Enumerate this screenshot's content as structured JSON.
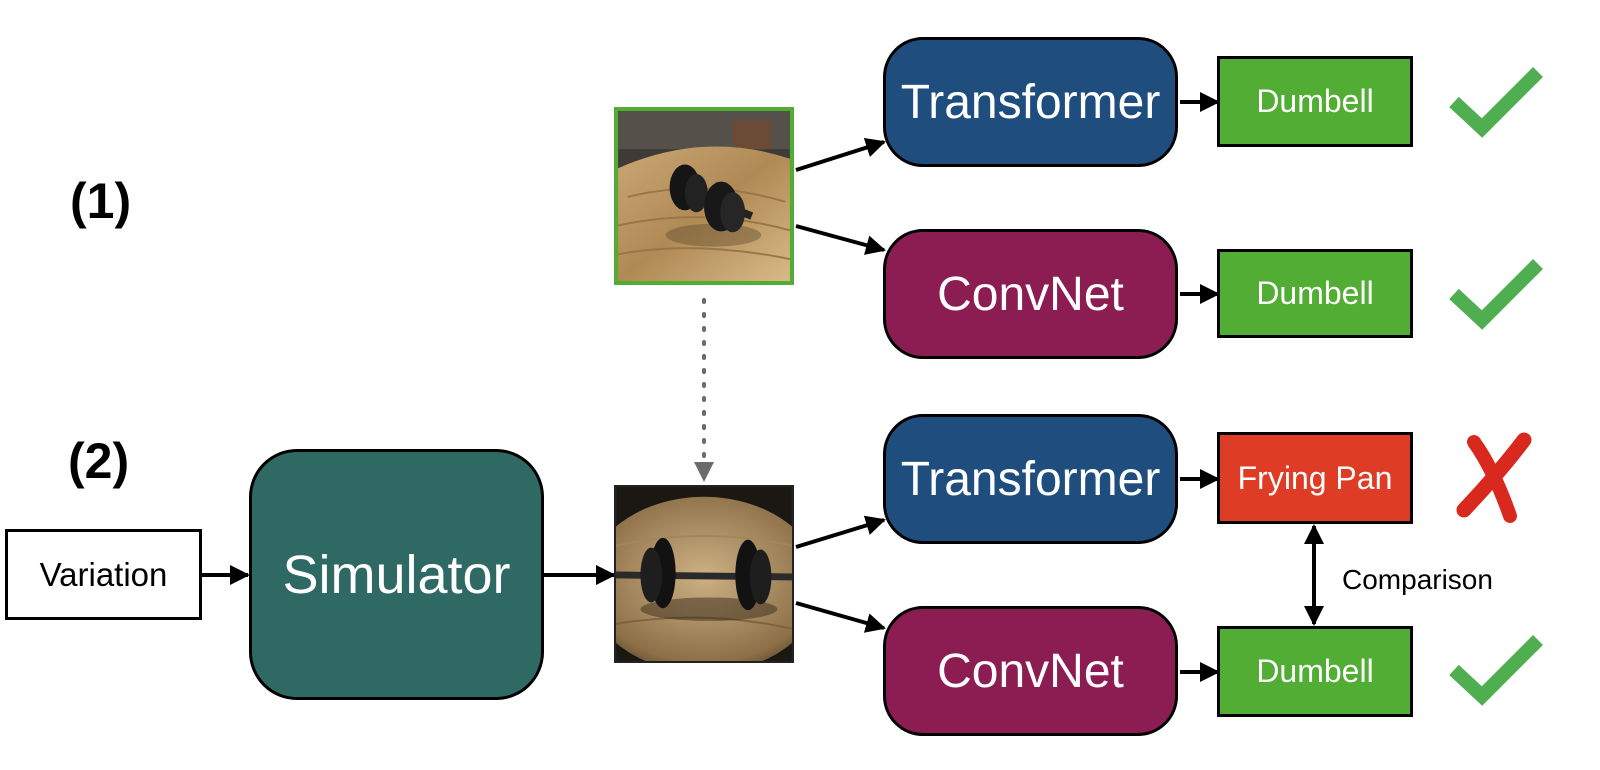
{
  "steps": {
    "one": "(1)",
    "two": "(2)"
  },
  "inputs": {
    "variation": "Variation",
    "simulator": "Simulator"
  },
  "models": {
    "row1_transformer": "Transformer",
    "row1_convnet": "ConvNet",
    "row2_transformer": "Transformer",
    "row2_convnet": "ConvNet"
  },
  "predictions": {
    "row1_transformer": "Dumbell",
    "row1_convnet": "Dumbell",
    "row2_transformer": "Frying Pan",
    "row2_convnet": "Dumbell"
  },
  "comparison_label": "Comparison",
  "colors": {
    "transformer": "#1f4e7e",
    "convnet": "#8b1d52",
    "simulator": "#2e6964",
    "correct": "#51ad33",
    "incorrect": "#df3c26",
    "check": "#4fae4f",
    "cross": "#d9291f"
  }
}
